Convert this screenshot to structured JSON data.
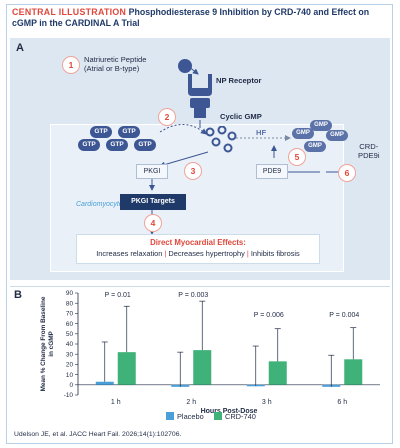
{
  "header": {
    "label": "CENTRAL ILLUSTRATION",
    "title": "Phosphodiesterase 9 Inhibition by CRD-740 and Effect on cGMP in the CARDINAL A Trial"
  },
  "panel_a": {
    "label": "A",
    "step_numbers": [
      "1",
      "2",
      "3",
      "4",
      "5",
      "6"
    ],
    "natriuretic_peptide": "Natriuretic Peptide",
    "natriuretic_peptide_sub": "(Atrial or B-type)",
    "np_receptor": "NP Receptor",
    "gtp": "GTP",
    "cyclic_gmp": "Cyclic GMP",
    "hf": "HF",
    "gmp": "GMP",
    "pkgi": "PKGI",
    "pde9": "PDE9",
    "crd_pde9i_line1": "CRD-",
    "crd_pde9i_line2": "PDE9i",
    "cardiomyocyte": "Cardiomyocyte",
    "pkgi_targets": "PKGI Targets",
    "direct_effects_title": "Direct Myocardial Effects:",
    "direct_effects_1": "Increases relaxation",
    "direct_effects_2": "Decreases hypertrophy",
    "direct_effects_3": "Inhibits fibrosis",
    "divider": "|"
  },
  "panel_b": {
    "label": "B",
    "legend": [
      "Placebo",
      "CRD-740"
    ],
    "colors": {
      "placebo": "#4a9fd8",
      "crd740": "#3fb27a"
    }
  },
  "chart_data": {
    "type": "bar",
    "xlabel": "Hours Post-Dose",
    "ylabel": "Mean % Change From Baseline in cGMP",
    "ylim": [
      -10,
      90
    ],
    "yticks": [
      -10,
      0,
      10,
      20,
      30,
      40,
      50,
      60,
      70,
      80,
      90
    ],
    "categories": [
      "1 h",
      "2 h",
      "3 h",
      "6 h"
    ],
    "p_values": [
      "P = 0.01",
      "P = 0.003",
      "P = 0.006",
      "P = 0.004"
    ],
    "series": [
      {
        "name": "Placebo",
        "values": [
          3,
          -2,
          -1,
          -2
        ],
        "error_upper": [
          42,
          32,
          38,
          29
        ]
      },
      {
        "name": "CRD-740",
        "values": [
          32,
          34,
          23,
          25
        ],
        "error_upper": [
          77,
          82,
          55,
          56
        ]
      }
    ]
  },
  "citation": "Udelson JE, et al. JACC Heart Fail. 2026;14(1):102706."
}
